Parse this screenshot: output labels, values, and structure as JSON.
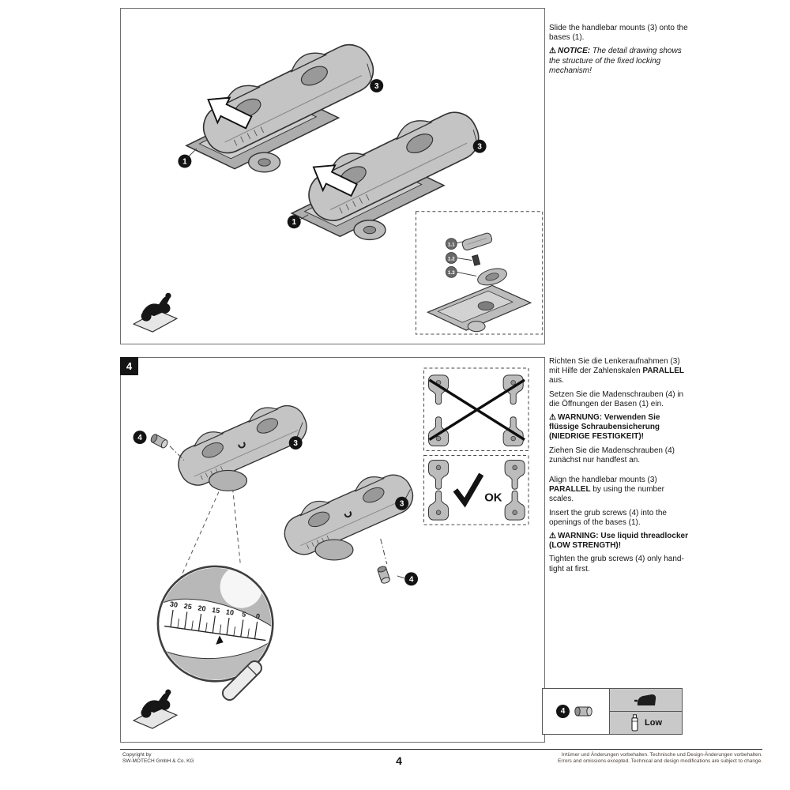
{
  "icons": {
    "warning": "⚠"
  },
  "step3": {
    "callout_mount": "3",
    "callout_base": "1",
    "detail_callouts": [
      "1.1",
      "1.2",
      "1.3"
    ],
    "text": {
      "p1": "Slide the handlebar mounts (3) onto the bases (1).",
      "notice_label": "NOTICE:",
      "notice_body": "The detail drawing shows the structure of the fixed locking mechanism!"
    }
  },
  "step4": {
    "label": "4",
    "callout_mount": "3",
    "callout_screw": "4",
    "ok": "OK",
    "scale": [
      "30",
      "25",
      "20",
      "15",
      "10",
      "5",
      "0"
    ],
    "text_de": {
      "p1a": "Richten Sie die Lenkeraufnahmen (3) mit Hilfe der Zahlenskalen ",
      "p1b": "PARALLEL",
      "p1c": " aus.",
      "p2": "Setzen Sie die Madenschrauben (4) in die Öffnungen der Basen (1) ein.",
      "warn": "WARNUNG: Verwenden Sie flüssige Schraubensicherung (NIEDRIGE FESTIGKEIT)!",
      "p3": "Ziehen Sie die Madenschrauben (4) zunächst nur handfest an."
    },
    "text_en": {
      "p1a": "Align the handlebar mounts (3) ",
      "p1b": "PARALLEL",
      "p1c": " by using the number scales.",
      "p2": "Insert the grub screws (4) into the openings of the bases (1).",
      "warn": "WARNING: Use liquid threadlocker (LOW STRENGTH)!",
      "p3": "Tighten the grub screws (4) only hand-tight at first."
    }
  },
  "parts_table": {
    "callout": "4",
    "strength_label": "Low"
  },
  "footer": {
    "copyright_line1": "Copyright by",
    "copyright_line2": "SW-MOTECH GmbH & Co. KG",
    "page_number": "4",
    "notice_line1": "Irrtümer und Änderungen vorbehalten. Technische und Design-Änderungen vorbehalten.",
    "notice_line2": "Errors and omissions excepted. Technical and design modifications are subject to change."
  }
}
